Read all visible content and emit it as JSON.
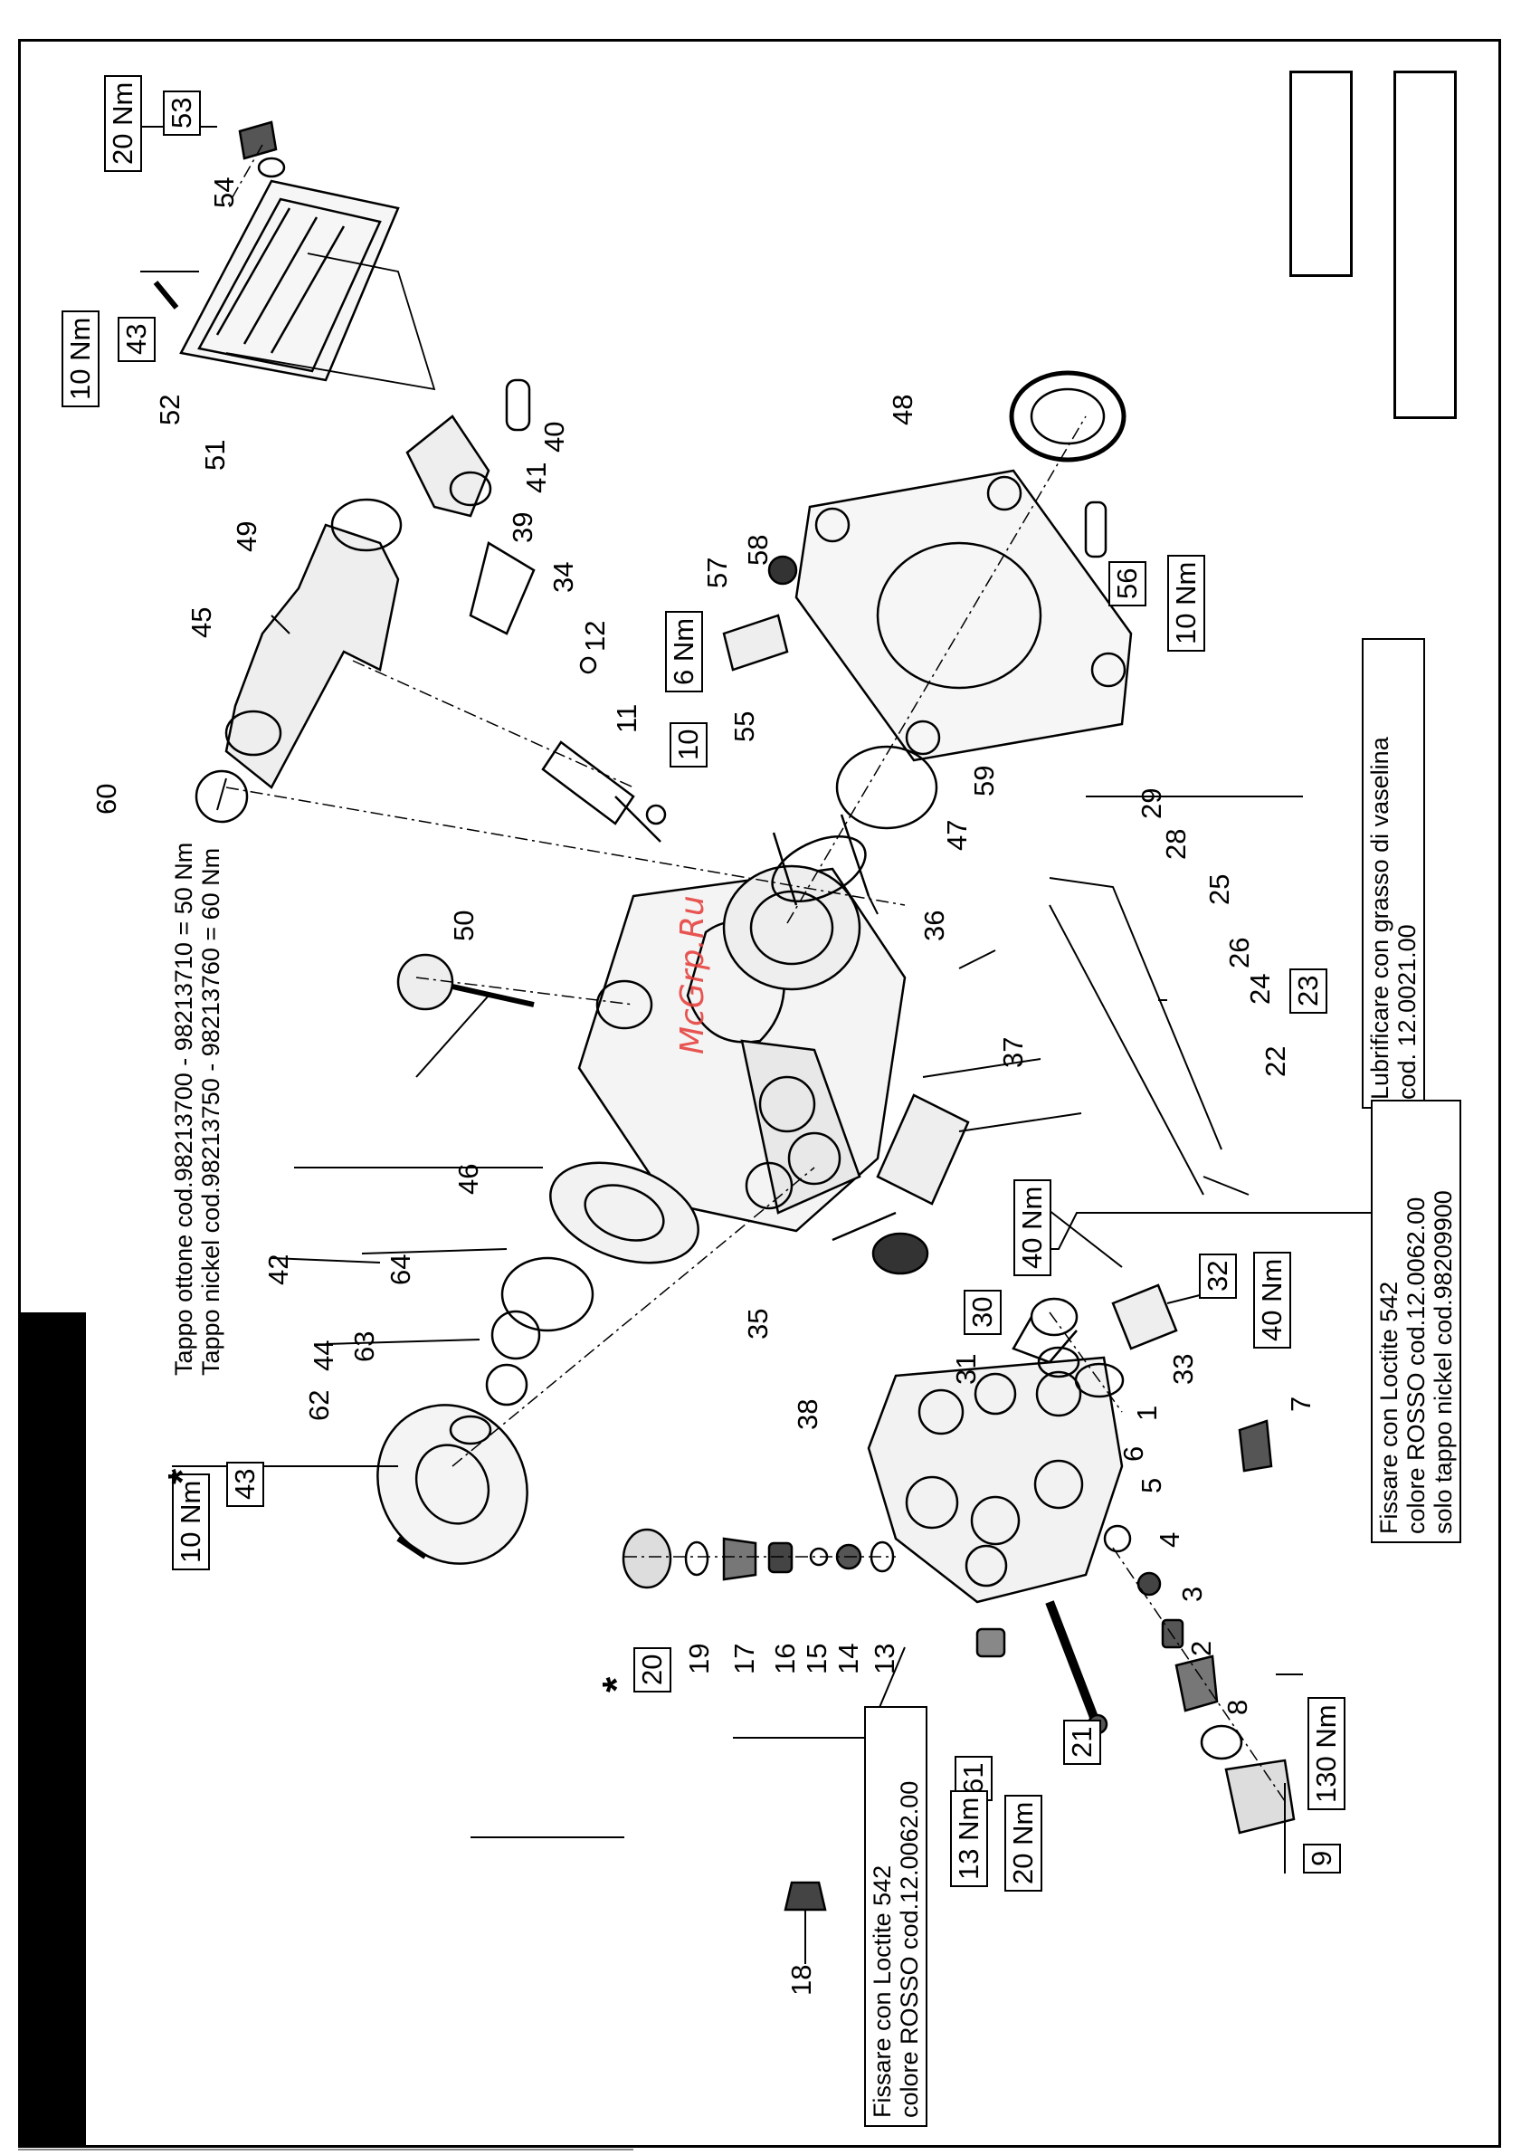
{
  "watermark": "McGrp.Ru",
  "labels": {
    "n1": "1",
    "n2": "2",
    "n3": "3",
    "n4": "4",
    "n5": "5",
    "n6": "6",
    "n7": "7",
    "n8": "8",
    "n9": "9",
    "n10": "10",
    "n11": "11",
    "n12": "12",
    "n13": "13",
    "n14": "14",
    "n15": "15",
    "n16": "16",
    "n17": "17",
    "n18": "18",
    "n19": "19",
    "n20": "20",
    "n21": "21",
    "n22": "22",
    "n23": "23",
    "n24": "24",
    "n25": "25",
    "n26": "26",
    "n28": "28",
    "n29": "29",
    "n30": "30",
    "n31": "31",
    "n32": "32",
    "n33": "33",
    "n34": "34",
    "n35": "35",
    "n36": "36",
    "n37": "37",
    "n38": "38",
    "n39": "39",
    "n40": "40",
    "n41": "41",
    "n42": "42",
    "n43a": "43",
    "n43b": "43",
    "n44": "44",
    "n45": "45",
    "n46": "46",
    "n47": "47",
    "n48": "48",
    "n49": "49",
    "n50": "50",
    "n51": "51",
    "n52": "52",
    "n53": "53",
    "n54": "54",
    "n55": "55",
    "n56": "56",
    "n57": "57",
    "n58": "58",
    "n59": "59",
    "n60": "60",
    "n61": "61",
    "n62": "62",
    "n63": "63",
    "n64": "64"
  },
  "torques": {
    "t53": "20 Nm",
    "t43top": "10 Nm",
    "t10": "6 Nm",
    "t56": "10 Nm",
    "t43bottom": "10 Nm",
    "t30": "40 Nm",
    "t32": "40 Nm",
    "t9": "130 Nm",
    "t61": "13 Nm",
    "t21": "20 Nm"
  },
  "notes": {
    "star": "*",
    "tappo_line1": "Tappo ottone cod.98213700 - 98213710 = 50 Nm",
    "tappo_line2": "Tappo nickel cod.98213750 - 98213760 = 60 Nm",
    "lubri_line1": "Lubrificare con grasso di vaselina",
    "lubri_line2": "cod. 12.0021.00",
    "fissare30_line1": "Fissare  con Loctite 542",
    "fissare30_line2": "colore ROSSO cod.12.0062.00",
    "fissare30_line3": "solo tappo nickel cod.98209900",
    "fissare61_line1": "Fissare  con Loctite 542",
    "fissare61_line2": "colore ROSSO cod.12.0062.00"
  }
}
